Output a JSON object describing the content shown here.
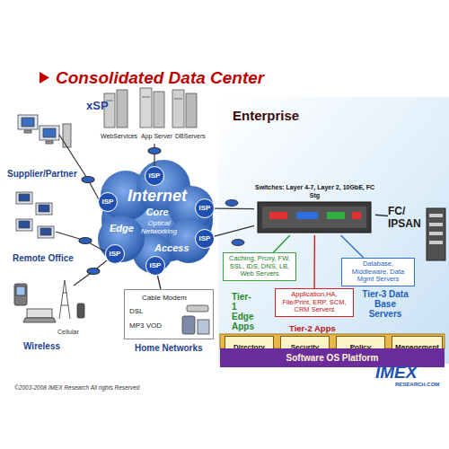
{
  "diagram": {
    "title": "Consolidated Data Center",
    "nodes": [
      {
        "text": [
          "Enterprise"
        ]
      },
      {
        "text": [
          "Internet",
          "Core",
          "Optical Networking",
          "Edge",
          "Access"
        ]
      },
      {
        "text": [
          "ISP"
        ]
      },
      {
        "text": [
          "ISP"
        ]
      },
      {
        "text": [
          "ISP"
        ]
      },
      {
        "text": [
          "ISP"
        ]
      },
      {
        "text": [
          "ISP"
        ]
      },
      {
        "text": [
          "ISP"
        ]
      },
      {
        "text": [
          "Cable Modem",
          "DSL",
          "MP3 VOD",
          "Home Networks"
        ]
      },
      {
        "text": [
          "Switches: Layer 4-7, Layer 2, 10GbE, FC Stg"
        ],
        "in": 0
      },
      {
        "text": [
          "FC/ IPSAN"
        ],
        "in": 0
      },
      {
        "text": [
          "Caching, Proxy, FW, SSL, IDS, DNS, LB, Web Servers"
        ],
        "in": 0
      },
      {
        "text": [
          "Application,HA, File/Print, ERP, SCM, CRM Servers"
        ],
        "in": 0
      },
      {
        "text": [
          "Database, Middleware, Data Mgmt Servers"
        ],
        "in": 0
      },
      {
        "text": [
          "Directory"
        ],
        "in": 0
      },
      {
        "text": [
          "Security"
        ],
        "in": 0
      },
      {
        "text": [
          "Policy"
        ],
        "in": 0
      },
      {
        "text": [
          "Management"
        ],
        "in": 0
      },
      {
        "text": [
          "Software OS Platform"
        ],
        "in": 0
      }
    ],
    "edges": [
      {
        "from": 6,
        "to": 9,
        "arrow": "none"
      },
      {
        "from": 7,
        "to": 9,
        "arrow": "none"
      },
      {
        "from": 9,
        "to": 10,
        "arrow": "none"
      },
      {
        "from": 9,
        "to": 11,
        "arrow": "none"
      },
      {
        "from": 9,
        "to": 12,
        "arrow": "none"
      },
      {
        "from": 9,
        "to": 13,
        "arrow": "none"
      },
      {
        "from": 5,
        "to": 8,
        "arrow": "none"
      }
    ],
    "labels": [
      "xSP",
      "WebServices",
      "App Server",
      "DBServers",
      "Supplier/Partner",
      "Remote Office",
      "Cellular",
      "Wireless",
      "Tier-1 Edge Apps",
      "Tier-2 Apps",
      "Tier-3 Data Base Servers",
      "©2003-2008 IMEX Research All rights Reserved",
      "IMEX",
      "RESEARCH.COM"
    ]
  }
}
